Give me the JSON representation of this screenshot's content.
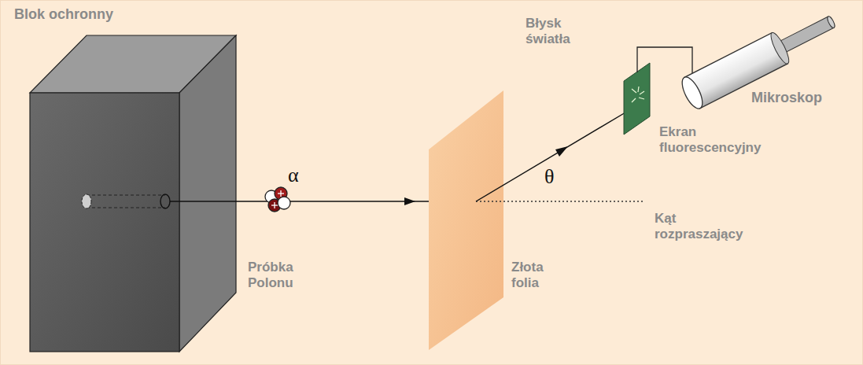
{
  "diagram": {
    "labels": [
      "Blok ochronny",
      "Próbka Polonu",
      "α",
      "Błysk światła",
      "θ",
      "Złota folia",
      "Kąt rozpraszający",
      "Ekran fluorescencyjny",
      "Mikroskop"
    ]
  }
}
